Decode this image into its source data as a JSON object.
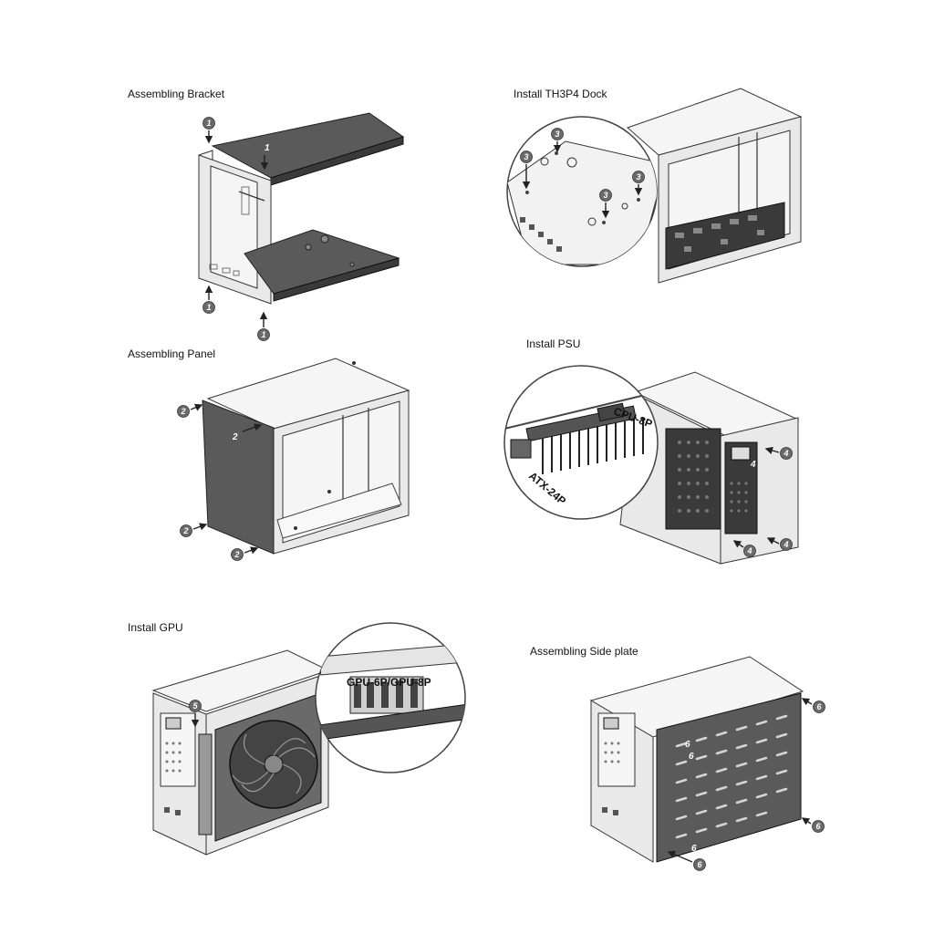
{
  "steps": [
    {
      "title": "Assembling Bracket",
      "badge": "1"
    },
    {
      "title": "Install TH3P4 Dock",
      "badge": "3"
    },
    {
      "title": "Assembling Panel",
      "badge": "2"
    },
    {
      "title": "Install PSU",
      "badge": "4"
    },
    {
      "title": "Install GPU",
      "badge": "5"
    },
    {
      "title": "Assembling Side plate",
      "badge": "6"
    }
  ],
  "callouts": {
    "psu_cpu": "CPU-8P",
    "psu_atx": "ATX-24P",
    "gpu_power": "GPU-6P/GPU-8P"
  }
}
